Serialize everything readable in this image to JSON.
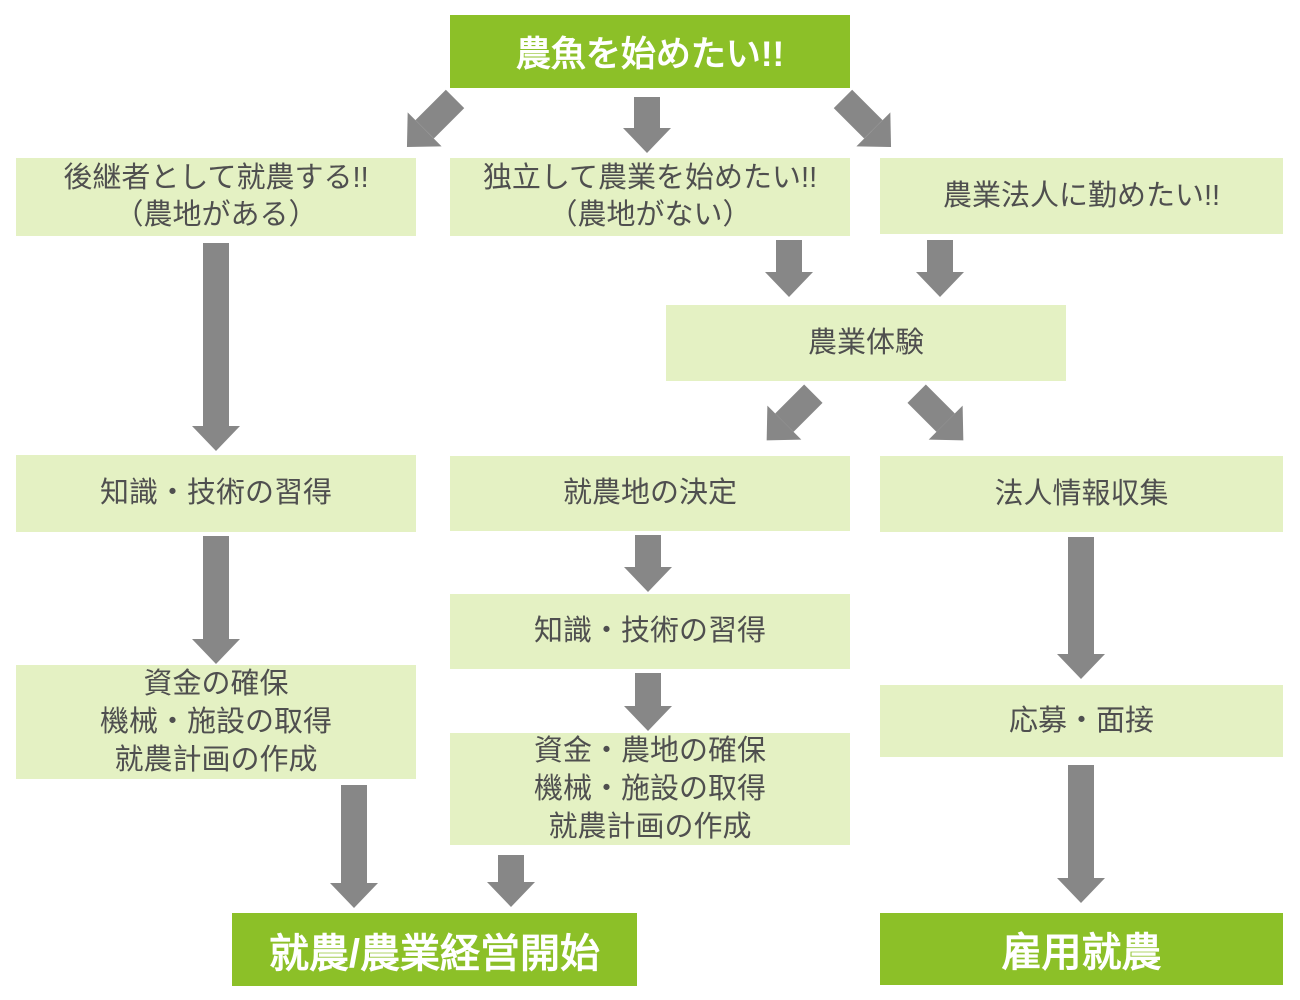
{
  "colors": {
    "accent_green": "#8cc028",
    "light_green": "#e4f1c3",
    "arrow_gray": "#878787",
    "dark_text": "#4f4f4f",
    "background": "#ffffff"
  },
  "flowchart": {
    "start": {
      "label": "農魚を始めたい!!"
    },
    "successor": {
      "lines": [
        "後継者として就農する!!",
        "（農地がある）"
      ]
    },
    "independent": {
      "lines": [
        "独立して農業を始めたい!!",
        "（農地がない）"
      ]
    },
    "corporation": {
      "label": "農業法人に勤めたい!!"
    },
    "experience": {
      "label": "農業体験"
    },
    "knowledge_left": {
      "label": "知識・技術の習得"
    },
    "decide_land": {
      "label": "就農地の決定"
    },
    "corp_info": {
      "label": "法人情報収集"
    },
    "knowledge_mid": {
      "label": "知識・技術の習得"
    },
    "funds_left": {
      "lines": [
        "資金の確保",
        "機械・施設の取得",
        "就農計画の作成"
      ]
    },
    "funds_mid": {
      "lines": [
        "資金・農地の確保",
        "機械・施設の取得",
        "就農計画の作成"
      ]
    },
    "apply_interview": {
      "label": "応募・面接"
    },
    "start_management": {
      "label": "就農/農業経営開始"
    },
    "employment": {
      "label": "雇用就農"
    }
  },
  "icons": {
    "down_arrow": "chunky gray block arrow pointing down",
    "diagonal_arrow": "chunky gray block arrow rotated 45 degrees"
  }
}
